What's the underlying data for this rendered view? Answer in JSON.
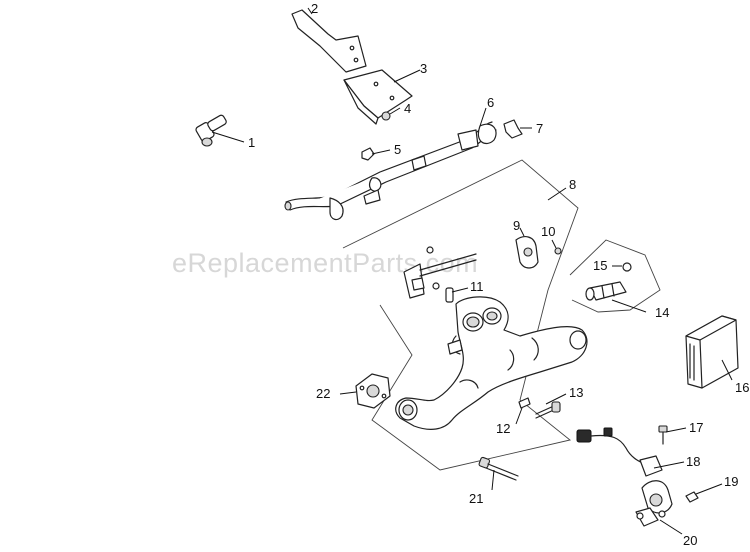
{
  "watermark": "eReplacementParts.com",
  "callouts": [
    "1",
    "2",
    "3",
    "4",
    "5",
    "6",
    "7",
    "8",
    "9",
    "10",
    "11",
    "12",
    "13",
    "14",
    "15",
    "16",
    "17",
    "18",
    "19",
    "20",
    "21",
    "22"
  ]
}
